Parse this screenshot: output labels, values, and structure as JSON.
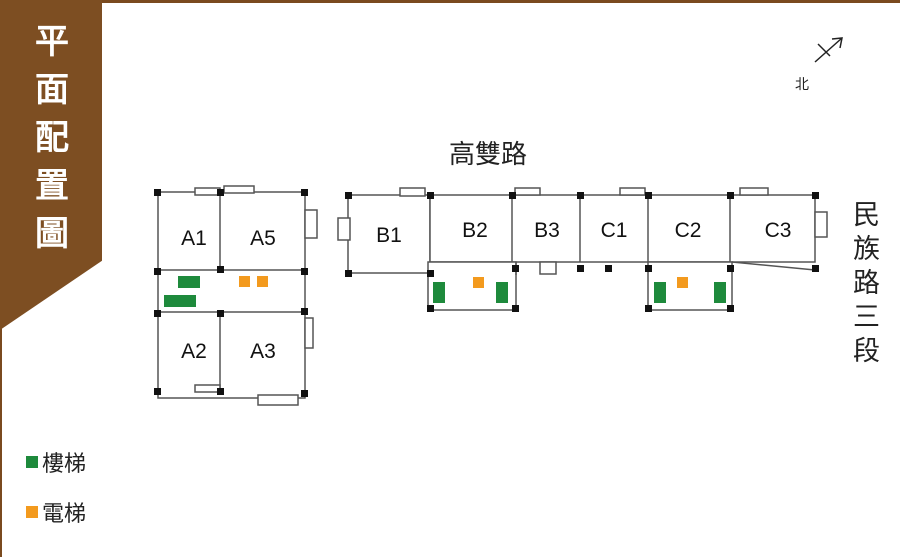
{
  "title": "平面配置圖",
  "title_chars": [
    "平",
    "面",
    "配",
    "置",
    "圖"
  ],
  "roads": {
    "top": "高雙路",
    "right_chars": [
      "民",
      "族",
      "路",
      "三",
      "段"
    ],
    "right": "民族路三段"
  },
  "north_label": "北",
  "units": {
    "A1": "A1",
    "A5": "A5",
    "A2": "A2",
    "A3": "A3",
    "B1": "B1",
    "B2": "B2",
    "B3": "B3",
    "C1": "C1",
    "C2": "C2",
    "C3": "C3"
  },
  "legend": [
    {
      "label": "樓梯",
      "color": "#1e8a3c"
    },
    {
      "label": "電梯",
      "color": "#f39a1e"
    }
  ],
  "colors": {
    "brand": "#7d4e22"
  }
}
